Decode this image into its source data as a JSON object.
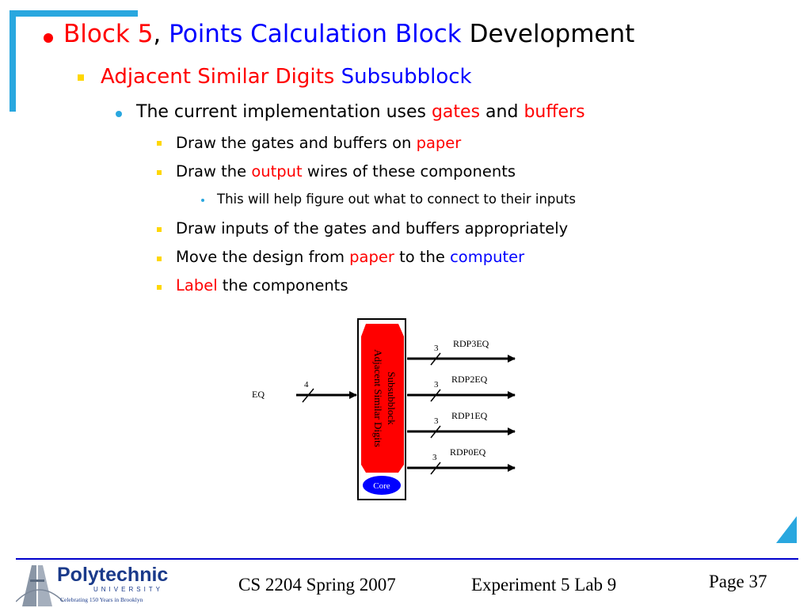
{
  "slide": {
    "title": {
      "part1": "Block 5",
      "part2": ", ",
      "part3": "Points Calculation Block",
      "part4": " Development"
    },
    "level2": {
      "part1": "Adjacent Similar Digits",
      "part2": " Subsubblock"
    },
    "level3": {
      "part1": "The current implementation uses ",
      "part2": "gates",
      "part3": " and ",
      "part4": "buffers"
    },
    "items": [
      {
        "part1": "Draw the gates and buffers on ",
        "part2": "paper"
      },
      {
        "part1": "Draw the ",
        "part2": "output",
        "part3": " wires of these components"
      },
      {
        "text": "This will help figure out what to connect to their inputs"
      },
      {
        "text": "Draw inputs of the gates and buffers appropriately"
      },
      {
        "part1": "Move the design from ",
        "part2": "paper",
        "part3": " to the ",
        "part4": "computer"
      },
      {
        "part1": "Label",
        "part2": " the components"
      }
    ]
  },
  "diagram": {
    "block_label_line1": "Adjacent Similar Digits",
    "block_label_line2": "Subsubblock",
    "core_label": "Core",
    "input": {
      "name": "EQ",
      "width": "4"
    },
    "outputs": [
      {
        "name": "RDP3EQ",
        "width": "3"
      },
      {
        "name": "RDP2EQ",
        "width": "3"
      },
      {
        "name": "RDP1EQ",
        "width": "3"
      },
      {
        "name": "RDP0EQ",
        "width": "3"
      }
    ]
  },
  "footer": {
    "logo_name": "Polytechnic",
    "logo_sub": "UNIVERSITY",
    "logo_tagline": "Celebrating 150 Years in Brooklyn",
    "course": "CS 2204 Spring 2007",
    "experiment": "Experiment 5 Lab 9",
    "page": "Page 37"
  },
  "colors": {
    "accent": "#29a7df",
    "footer_line": "#0000cc",
    "red": "#ff0000",
    "blue": "#0000ff"
  }
}
